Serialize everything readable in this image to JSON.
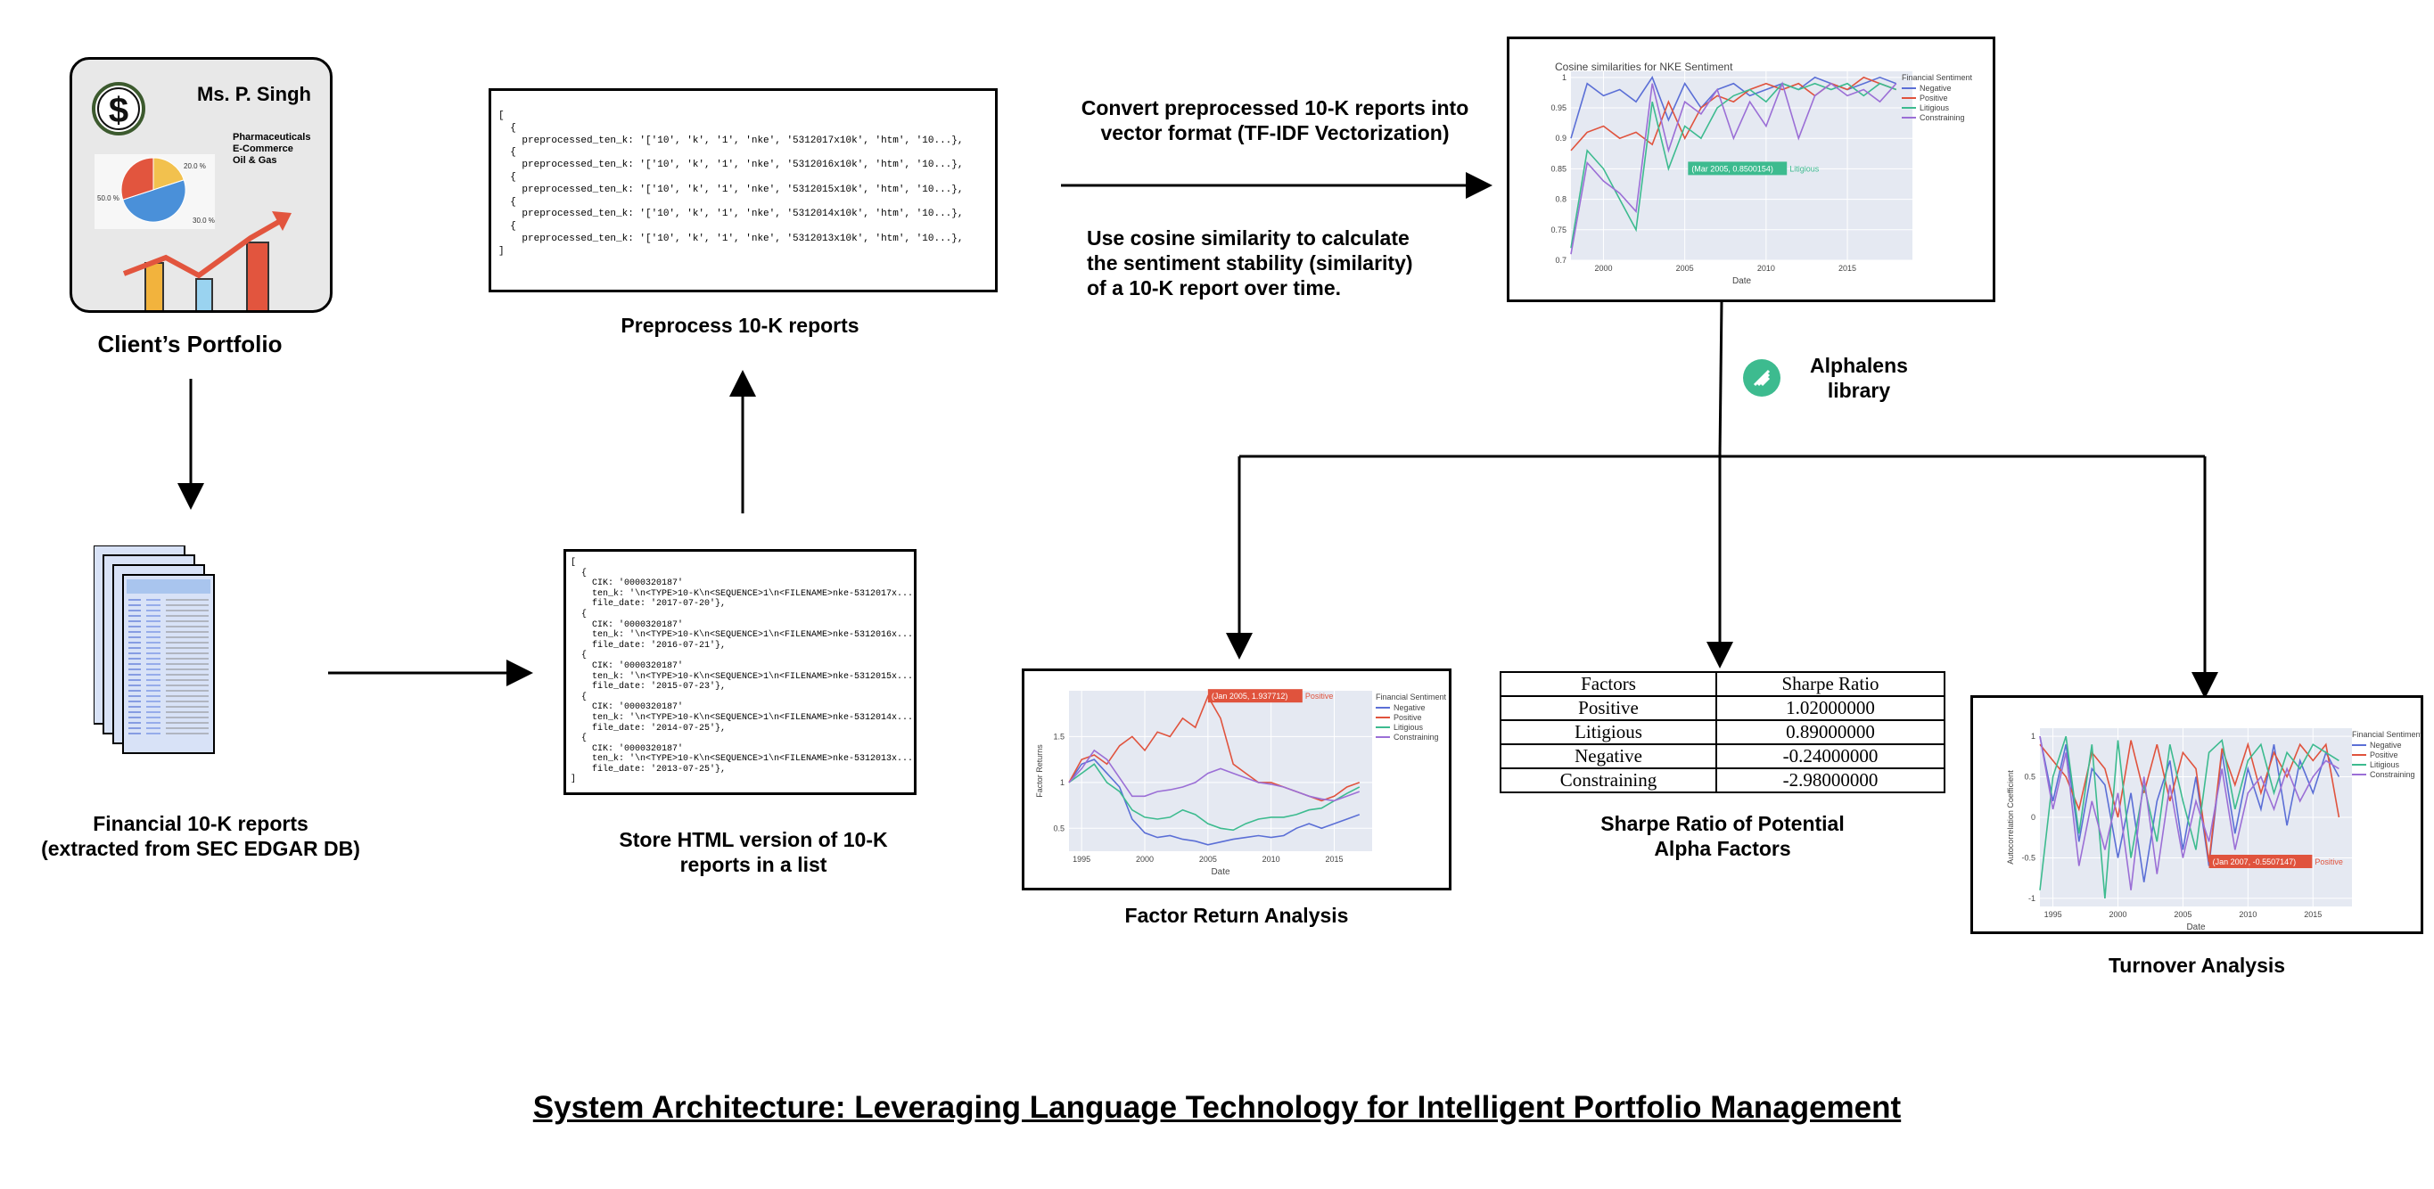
{
  "portfolio": {
    "client_name": "Ms. P. Singh",
    "sectors": [
      "Pharmaceuticals",
      "E-Commerce",
      "Oil & Gas"
    ],
    "pie_labels": [
      "20.0 %",
      "50.0 %",
      "30.0 %"
    ],
    "pie_values": [
      20,
      50,
      30
    ],
    "pie_colors": [
      "#f2c14e",
      "#4a90d9",
      "#e2553e"
    ],
    "caption": "Client’s Portfolio"
  },
  "reports": {
    "caption_line1": "Financial 10-K reports",
    "caption_line2": "(extracted from SEC EDGAR DB)"
  },
  "store_html": {
    "lines": [
      "[",
      "  {",
      "    CIK: '0000320187'",
      "    ten_k: '\\n<TYPE>10-K\\n<SEQUENCE>1\\n<FILENAME>nke-5312017x...",
      "    file_date: '2017-07-20'},",
      "  {",
      "    CIK: '0000320187'",
      "    ten_k: '\\n<TYPE>10-K\\n<SEQUENCE>1\\n<FILENAME>nke-5312016x...",
      "    file_date: '2016-07-21'},",
      "  {",
      "    CIK: '0000320187'",
      "    ten_k: '\\n<TYPE>10-K\\n<SEQUENCE>1\\n<FILENAME>nke-5312015x...",
      "    file_date: '2015-07-23'},",
      "  {",
      "    CIK: '0000320187'",
      "    ten_k: '\\n<TYPE>10-K\\n<SEQUENCE>1\\n<FILENAME>nke-5312014x...",
      "    file_date: '2014-07-25'},",
      "  {",
      "    CIK: '0000320187'",
      "    ten_k: '\\n<TYPE>10-K\\n<SEQUENCE>1\\n<FILENAME>nke-5312013x...",
      "    file_date: '2013-07-25'},",
      "]"
    ],
    "caption_line1": "Store HTML version of 10-K",
    "caption_line2": "reports in a list"
  },
  "preprocess": {
    "lines": [
      "[",
      "  {",
      "    preprocessed_ten_k: '['10', 'k', '1', 'nke', '5312017x10k', 'htm', '10...},",
      "  {",
      "    preprocessed_ten_k: '['10', 'k', '1', 'nke', '5312016x10k', 'htm', '10...},",
      "  {",
      "    preprocessed_ten_k: '['10', 'k', '1', 'nke', '5312015x10k', 'htm', '10...},",
      "  {",
      "    preprocessed_ten_k: '['10', 'k', '1', 'nke', '5312014x10k', 'htm', '10...},",
      "  {",
      "    preprocessed_ten_k: '['10', 'k', '1', 'nke', '5312013x10k', 'htm', '10...},",
      "]"
    ],
    "caption": "Preprocess 10-K reports"
  },
  "vectorize": {
    "line1": "Convert preprocessed 10-K reports into",
    "line2": "vector format (TF-IDF Vectorization)"
  },
  "cosine_text": {
    "line1": "Use cosine similarity to calculate",
    "line2": "the sentiment stability (similarity)",
    "line3": "of a 10-K report over time."
  },
  "alphalens": {
    "line1": "Alphalens",
    "line2": "library",
    "color": "#3dbb8f"
  },
  "sharpe": {
    "headers": [
      "Factors",
      "Sharpe Ratio"
    ],
    "rows": [
      [
        "Positive",
        "1.02000000"
      ],
      [
        "Litigious",
        "0.89000000"
      ],
      [
        "Negative",
        "-0.24000000"
      ],
      [
        "Constraining",
        "-2.98000000"
      ]
    ],
    "caption_line1": "Sharpe Ratio of Potential",
    "caption_line2": "Alpha Factors"
  },
  "factor_caption": "Factor Return Analysis",
  "turnover_caption": "Turnover Analysis",
  "title": "System Architecture: Leveraging Language Technology for Intelligent Portfolio Management",
  "chart_data": [
    {
      "id": "cosine",
      "type": "line",
      "title": "Cosine similarities for NKE Sentiment",
      "xlabel": "Date",
      "ylabel": "",
      "legend_title": "Financial Sentiment",
      "legend_position": "right",
      "xlim": [
        1998,
        2019
      ],
      "ylim": [
        0.7,
        1.01
      ],
      "xticks": [
        2000,
        2005,
        2010,
        2015
      ],
      "yticks": [
        0.7,
        0.75,
        0.8,
        0.85,
        0.9,
        0.95,
        1
      ],
      "yticklabels": [
        "0.7",
        "0.75",
        "0.8",
        "0.85",
        "0.9",
        "0.95",
        "1"
      ],
      "annotation": {
        "text": "(Mar 2005, 0.8500154)",
        "label": "Litigious",
        "x": 2005.2,
        "y": 0.85,
        "color": "#3dbb8f"
      },
      "x": [
        1998,
        1999,
        2000,
        2001,
        2002,
        2003,
        2004,
        2005,
        2006,
        2007,
        2008,
        2009,
        2010,
        2011,
        2012,
        2013,
        2014,
        2015,
        2016,
        2017,
        2018
      ],
      "series": [
        {
          "name": "Negative",
          "color": "#5b6fd6",
          "values": [
            0.9,
            0.99,
            0.97,
            0.98,
            0.96,
            1.0,
            0.93,
            0.99,
            0.95,
            0.98,
            0.99,
            0.97,
            0.98,
            0.99,
            0.98,
            1.0,
            0.99,
            0.98,
            0.99,
            1.0,
            0.99
          ]
        },
        {
          "name": "Positive",
          "color": "#e0533d",
          "values": [
            0.88,
            0.91,
            0.92,
            0.9,
            0.91,
            0.89,
            0.96,
            0.9,
            0.95,
            0.97,
            0.96,
            0.98,
            0.99,
            0.98,
            0.99,
            0.97,
            0.99,
            0.98,
            1.0,
            0.99,
            0.98
          ]
        },
        {
          "name": "Litigious",
          "color": "#3dbb8f",
          "values": [
            0.72,
            0.88,
            0.85,
            0.8,
            0.75,
            0.96,
            0.85,
            0.92,
            0.9,
            0.95,
            0.97,
            0.98,
            0.96,
            0.99,
            0.98,
            0.99,
            0.98,
            0.99,
            0.97,
            0.99,
            0.98
          ]
        },
        {
          "name": "Constraining",
          "color": "#9b6fd6",
          "values": [
            0.71,
            0.86,
            0.83,
            0.81,
            0.78,
            0.99,
            0.88,
            0.96,
            0.94,
            0.98,
            0.9,
            0.96,
            0.92,
            0.99,
            0.9,
            0.97,
            0.99,
            0.97,
            0.98,
            0.96,
            0.99
          ]
        }
      ]
    },
    {
      "id": "factor",
      "type": "line",
      "title": "",
      "xlabel": "Date",
      "ylabel": "Factor Returns",
      "legend_title": "Financial Sentiment",
      "legend_position": "right",
      "xlim": [
        1994,
        2018
      ],
      "ylim": [
        0.25,
        2.0
      ],
      "xticks": [
        1995,
        2000,
        2005,
        2010,
        2015
      ],
      "yticks": [
        0.5,
        1,
        1.5
      ],
      "yticklabels": [
        "0.5",
        "1",
        "1.5"
      ],
      "annotation": {
        "text": "(Jan 2005, 1.937712)",
        "label": "Positive",
        "x": 2005,
        "y": 1.94,
        "color": "#e0533d"
      },
      "x": [
        1994,
        1995,
        1996,
        1997,
        1998,
        1999,
        2000,
        2001,
        2002,
        2003,
        2004,
        2005,
        2006,
        2007,
        2008,
        2009,
        2010,
        2011,
        2012,
        2013,
        2014,
        2015,
        2016,
        2017
      ],
      "series": [
        {
          "name": "Negative",
          "color": "#5b6fd6",
          "values": [
            1.0,
            1.2,
            1.25,
            1.1,
            0.95,
            0.6,
            0.45,
            0.4,
            0.42,
            0.38,
            0.36,
            0.32,
            0.35,
            0.38,
            0.4,
            0.42,
            0.4,
            0.42,
            0.5,
            0.55,
            0.5,
            0.55,
            0.6,
            0.65
          ]
        },
        {
          "name": "Positive",
          "color": "#e0533d",
          "values": [
            1.0,
            1.25,
            1.3,
            1.2,
            1.4,
            1.5,
            1.35,
            1.55,
            1.5,
            1.7,
            1.6,
            1.94,
            1.7,
            1.2,
            1.1,
            1.0,
            1.0,
            0.95,
            0.9,
            0.85,
            0.8,
            0.85,
            0.95,
            1.0
          ]
        },
        {
          "name": "Litigious",
          "color": "#3dbb8f",
          "values": [
            1.0,
            1.1,
            1.2,
            1.0,
            0.9,
            0.7,
            0.62,
            0.6,
            0.62,
            0.7,
            0.65,
            0.55,
            0.5,
            0.48,
            0.55,
            0.6,
            0.62,
            0.62,
            0.65,
            0.7,
            0.72,
            0.8,
            0.88,
            0.95
          ]
        },
        {
          "name": "Constraining",
          "color": "#9b6fd6",
          "values": [
            1.0,
            1.15,
            1.35,
            1.25,
            1.05,
            0.85,
            0.85,
            0.9,
            0.92,
            0.95,
            1.0,
            1.1,
            1.15,
            1.1,
            1.05,
            1.0,
            0.98,
            0.95,
            0.9,
            0.85,
            0.82,
            0.8,
            0.85,
            0.9
          ]
        }
      ]
    },
    {
      "id": "turnover",
      "type": "line",
      "title": "",
      "xlabel": "Date",
      "ylabel": "Autocorrelation Coefficient",
      "legend_title": "Financial Sentiment",
      "legend_position": "right",
      "xlim": [
        1994,
        2018
      ],
      "ylim": [
        -1.1,
        1.1
      ],
      "xticks": [
        1995,
        2000,
        2005,
        2010,
        2015
      ],
      "yticks": [
        -1,
        -0.5,
        0,
        0.5,
        1
      ],
      "yticklabels": [
        "-1",
        "-0.5",
        "0",
        "0.5",
        "1"
      ],
      "annotation": {
        "text": "(Jan 2007, -0.5507147)",
        "label": "Positive",
        "x": 2007,
        "y": -0.55,
        "color": "#e0533d"
      },
      "x": [
        1994,
        1995,
        1996,
        1997,
        1998,
        1999,
        2000,
        2001,
        2002,
        2003,
        2004,
        2005,
        2006,
        2007,
        2008,
        2009,
        2010,
        2011,
        2012,
        2013,
        2014,
        2015,
        2016,
        2017
      ],
      "series": [
        {
          "name": "Negative",
          "color": "#5b6fd6",
          "values": [
            1.0,
            0.2,
            0.9,
            -0.3,
            0.6,
            0.4,
            -0.5,
            0.3,
            -0.8,
            0.2,
            0.7,
            -0.4,
            0.5,
            -0.6,
            0.8,
            -0.2,
            0.6,
            0.1,
            0.9,
            -0.1,
            0.7,
            0.3,
            0.8,
            0.5
          ]
        },
        {
          "name": "Positive",
          "color": "#e0533d",
          "values": [
            0.9,
            0.7,
            0.5,
            0.1,
            0.8,
            0.6,
            0.0,
            0.95,
            0.3,
            0.9,
            0.2,
            0.8,
            0.6,
            -0.55,
            0.85,
            0.4,
            0.9,
            0.3,
            0.8,
            0.5,
            0.9,
            0.7,
            0.9,
            0.0
          ]
        },
        {
          "name": "Litigious",
          "color": "#3dbb8f",
          "values": [
            -0.9,
            0.5,
            1.0,
            -0.2,
            0.9,
            -1.0,
            0.95,
            -0.5,
            0.4,
            -0.3,
            0.9,
            0.2,
            -0.4,
            0.8,
            0.95,
            0.1,
            0.7,
            0.9,
            0.3,
            0.8,
            0.6,
            0.9,
            0.8,
            0.7
          ]
        },
        {
          "name": "Constraining",
          "color": "#9b6fd6",
          "values": [
            1.0,
            0.1,
            0.8,
            -0.6,
            0.2,
            -0.4,
            0.3,
            -0.9,
            0.5,
            -0.7,
            0.4,
            -0.5,
            0.2,
            -0.3,
            0.6,
            -0.4,
            0.3,
            0.5,
            0.1,
            0.6,
            0.2,
            0.5,
            0.7,
            0.6
          ]
        }
      ]
    }
  ]
}
